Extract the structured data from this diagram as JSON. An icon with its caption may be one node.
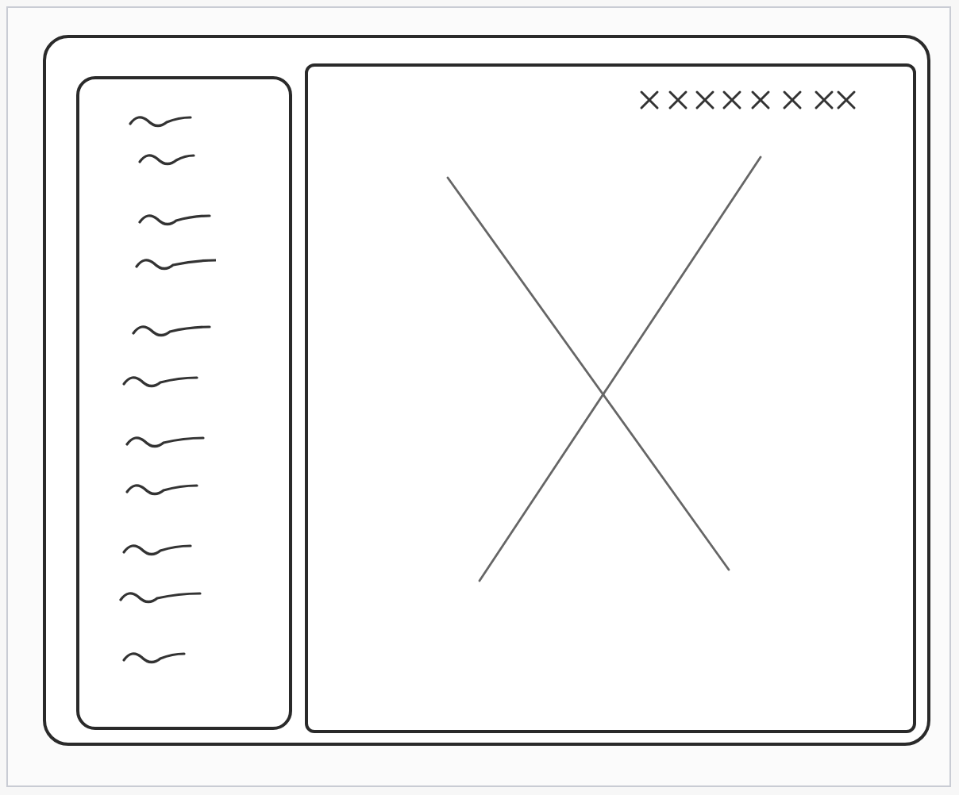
{
  "diagram": {
    "nodes": [
      {
        "text": [],
        "shape": "box"
      },
      {
        "text": [],
        "shape": "box",
        "in": 0
      },
      {
        "text": [],
        "shape": "box",
        "in": 0
      }
    ]
  }
}
